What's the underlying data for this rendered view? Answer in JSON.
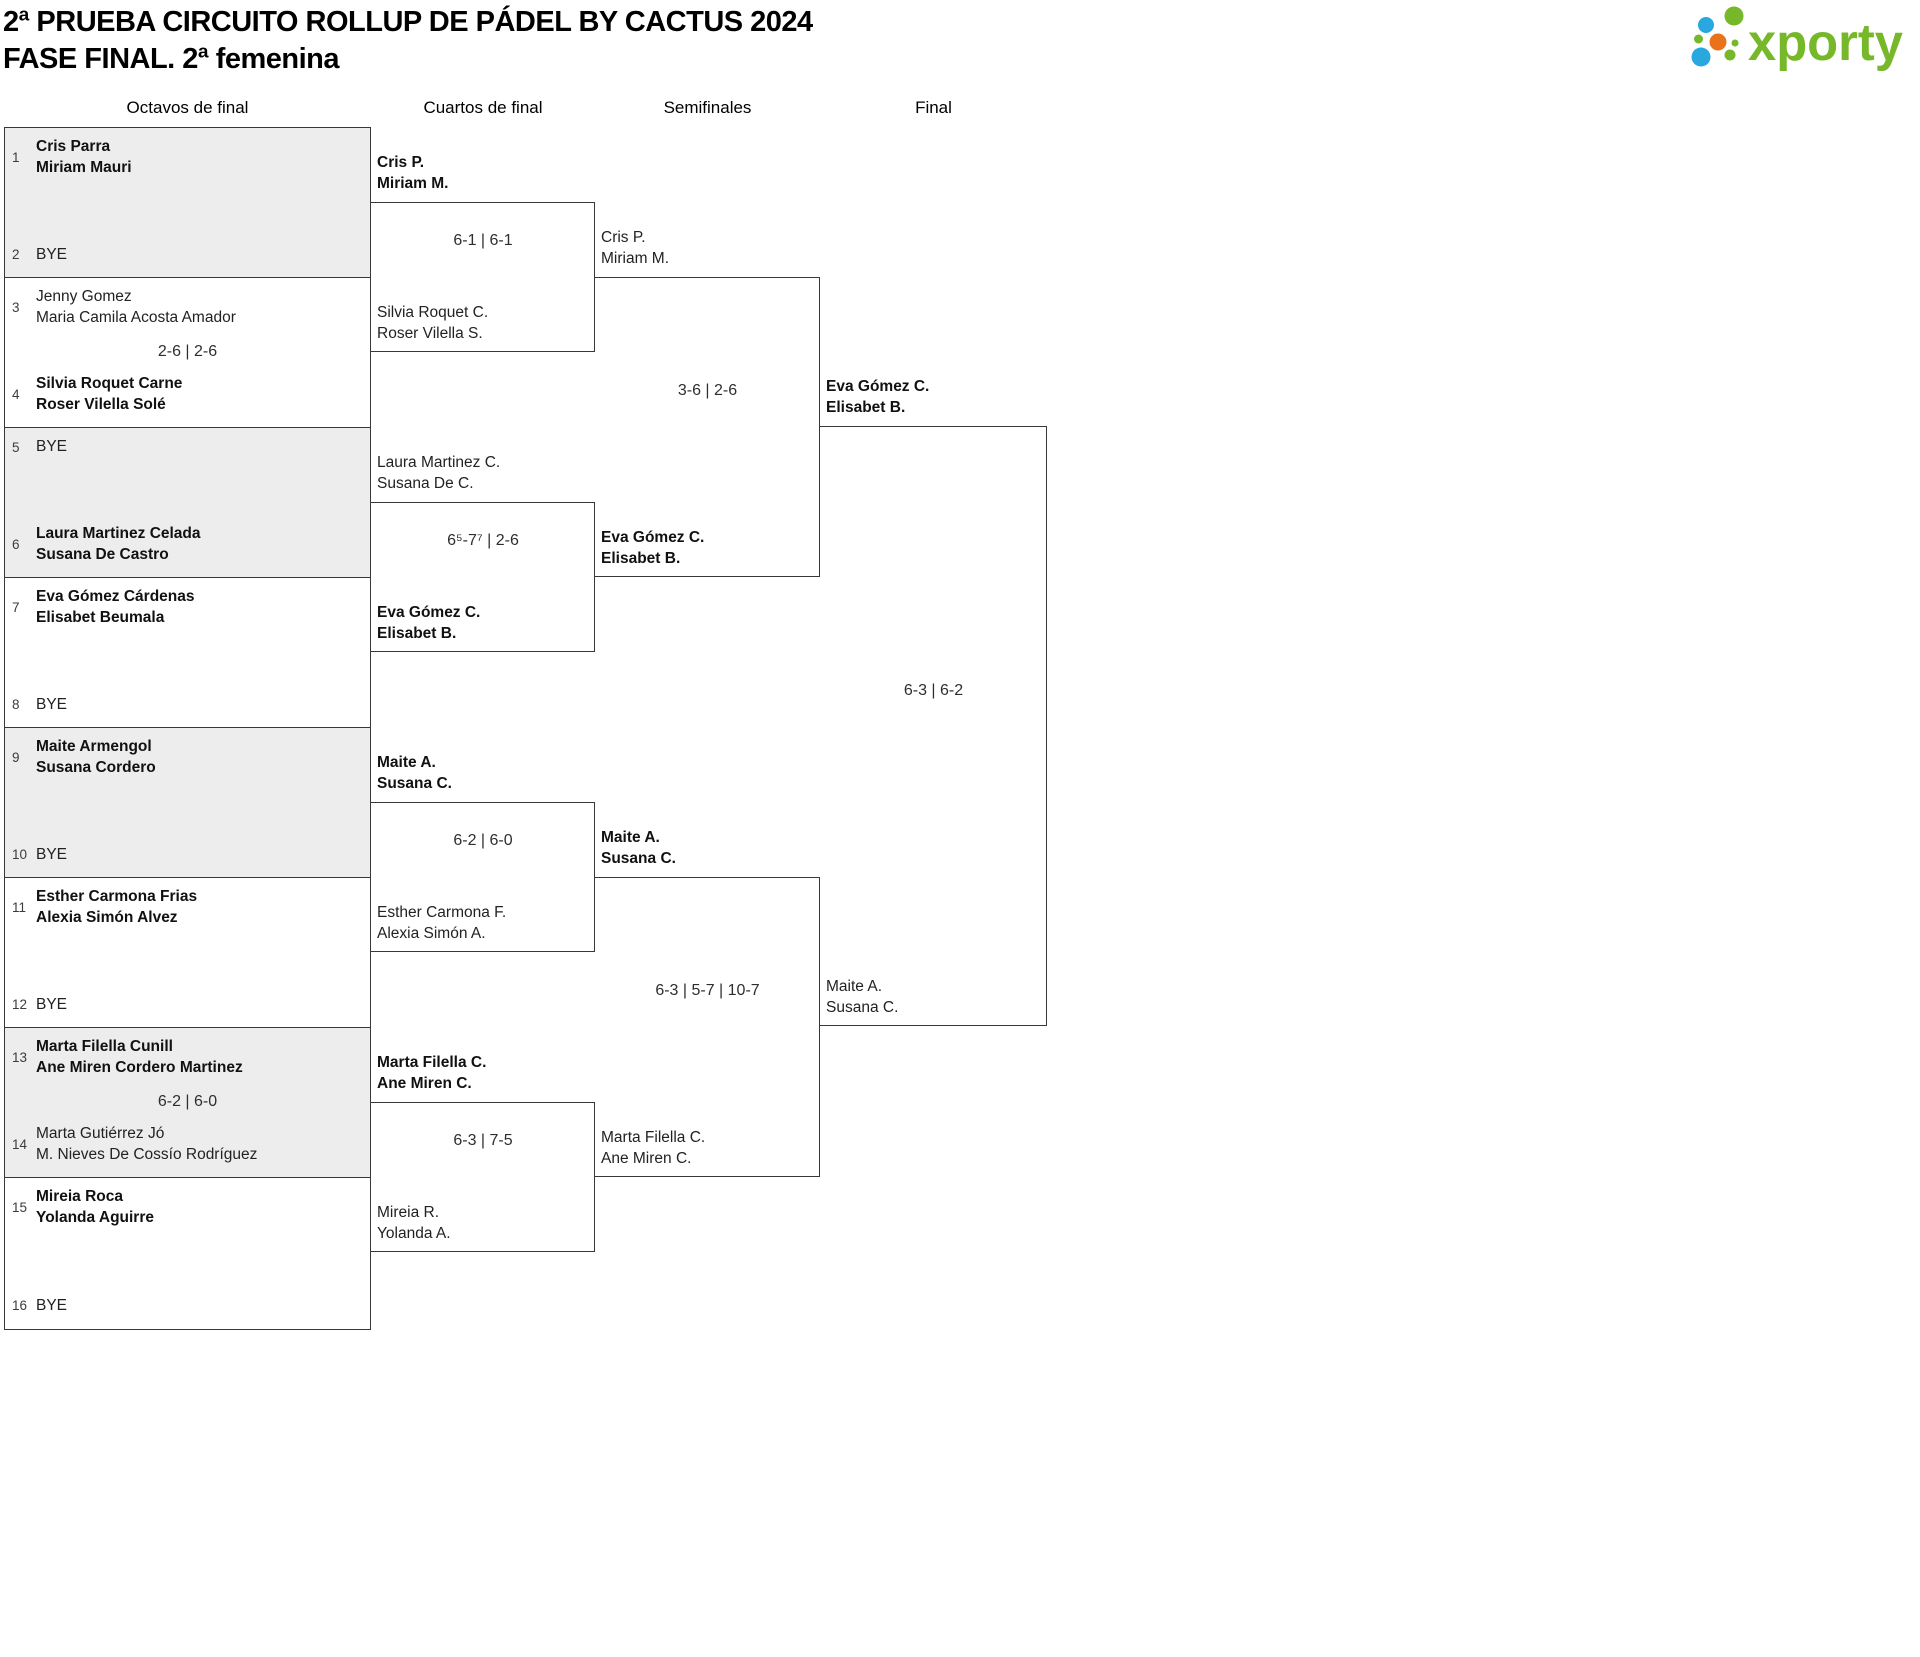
{
  "header": {
    "title_line1": "2ª PRUEBA CIRCUITO ROLLUP DE PÁDEL BY CACTUS 2024",
    "title_line2": "FASE FINAL. 2ª femenina"
  },
  "logo": {
    "brand": "xporty",
    "green": "#76b82a",
    "blue": "#29a8e0",
    "orange": "#e8731a"
  },
  "round_headers": {
    "octavos": "Octavos de final",
    "cuartos": "Cuartos de final",
    "semifinales": "Semifinales",
    "final": "Final"
  },
  "octavos": [
    {
      "seed1": "1",
      "t1a": "Cris Parra",
      "t1b": "Miriam Mauri",
      "t1_winner": true,
      "score": "",
      "seed2": "2",
      "t2a": "BYE",
      "t2b": "",
      "t2_winner": false
    },
    {
      "seed1": "3",
      "t1a": "Jenny Gomez",
      "t1b": "Maria Camila Acosta Amador",
      "t1_winner": false,
      "score": "2-6 | 2-6",
      "seed2": "4",
      "t2a": "Silvia Roquet Carne",
      "t2b": "Roser Vilella Solé",
      "t2_winner": true
    },
    {
      "seed1": "5",
      "t1a": "BYE",
      "t1b": "",
      "t1_winner": false,
      "score": "",
      "seed2": "6",
      "t2a": "Laura Martinez Celada",
      "t2b": "Susana De Castro",
      "t2_winner": true
    },
    {
      "seed1": "7",
      "t1a": "Eva Gómez Cárdenas",
      "t1b": "Elisabet Beumala",
      "t1_winner": true,
      "score": "",
      "seed2": "8",
      "t2a": "BYE",
      "t2b": "",
      "t2_winner": false
    },
    {
      "seed1": "9",
      "t1a": "Maite Armengol",
      "t1b": "Susana Cordero",
      "t1_winner": true,
      "score": "",
      "seed2": "10",
      "t2a": "BYE",
      "t2b": "",
      "t2_winner": false
    },
    {
      "seed1": "11",
      "t1a": "Esther Carmona Frias",
      "t1b": "Alexia Simón Alvez",
      "t1_winner": true,
      "score": "",
      "seed2": "12",
      "t2a": "BYE",
      "t2b": "",
      "t2_winner": false
    },
    {
      "seed1": "13",
      "t1a": "Marta Filella Cunill",
      "t1b": "Ane Miren Cordero Martinez",
      "t1_winner": true,
      "score": "6-2 | 6-0",
      "seed2": "14",
      "t2a": "Marta Gutiérrez Jó",
      "t2b": "M. Nieves De Cossío Rodríguez",
      "t2_winner": false
    },
    {
      "seed1": "15",
      "t1a": "Mireia Roca",
      "t1b": "Yolanda Aguirre",
      "t1_winner": true,
      "score": "",
      "seed2": "16",
      "t2a": "BYE",
      "t2b": "",
      "t2_winner": false
    }
  ],
  "cuartos": [
    {
      "t1a": "Cris P.",
      "t1b": "Miriam M.",
      "t1_winner": true,
      "score": "6-1 | 6-1",
      "t2a": "Silvia Roquet C.",
      "t2b": "Roser Vilella S.",
      "t2_winner": false
    },
    {
      "t1a": "Laura Martinez C.",
      "t1b": "Susana De C.",
      "t1_winner": false,
      "score": "6⁵-7⁷ | 2-6",
      "t2a": "Eva Gómez C.",
      "t2b": "Elisabet B.",
      "t2_winner": true
    },
    {
      "t1a": "Maite A.",
      "t1b": "Susana C.",
      "t1_winner": true,
      "score": "6-2 | 6-0",
      "t2a": "Esther Carmona F.",
      "t2b": "Alexia Simón A.",
      "t2_winner": false
    },
    {
      "t1a": "Marta Filella C.",
      "t1b": "Ane Miren C.",
      "t1_winner": true,
      "score": "6-3 | 7-5",
      "t2a": "Mireia R.",
      "t2b": "Yolanda A.",
      "t2_winner": false
    }
  ],
  "semifinales": [
    {
      "t1a": "Cris P.",
      "t1b": "Miriam M.",
      "t1_winner": false,
      "score": "3-6 | 2-6",
      "t2a": "Eva Gómez C.",
      "t2b": "Elisabet B.",
      "t2_winner": true
    },
    {
      "t1a": "Maite A.",
      "t1b": "Susana C.",
      "t1_winner": true,
      "score": "6-3 | 5-7 | 10-7",
      "t2a": "Marta Filella C.",
      "t2b": "Ane Miren C.",
      "t2_winner": false
    }
  ],
  "final": {
    "t1a": "Eva Gómez C.",
    "t1b": "Elisabet B.",
    "t1_winner": true,
    "score": "6-3 | 6-2",
    "t2a": "Maite A.",
    "t2b": "Susana C.",
    "t2_winner": false
  }
}
